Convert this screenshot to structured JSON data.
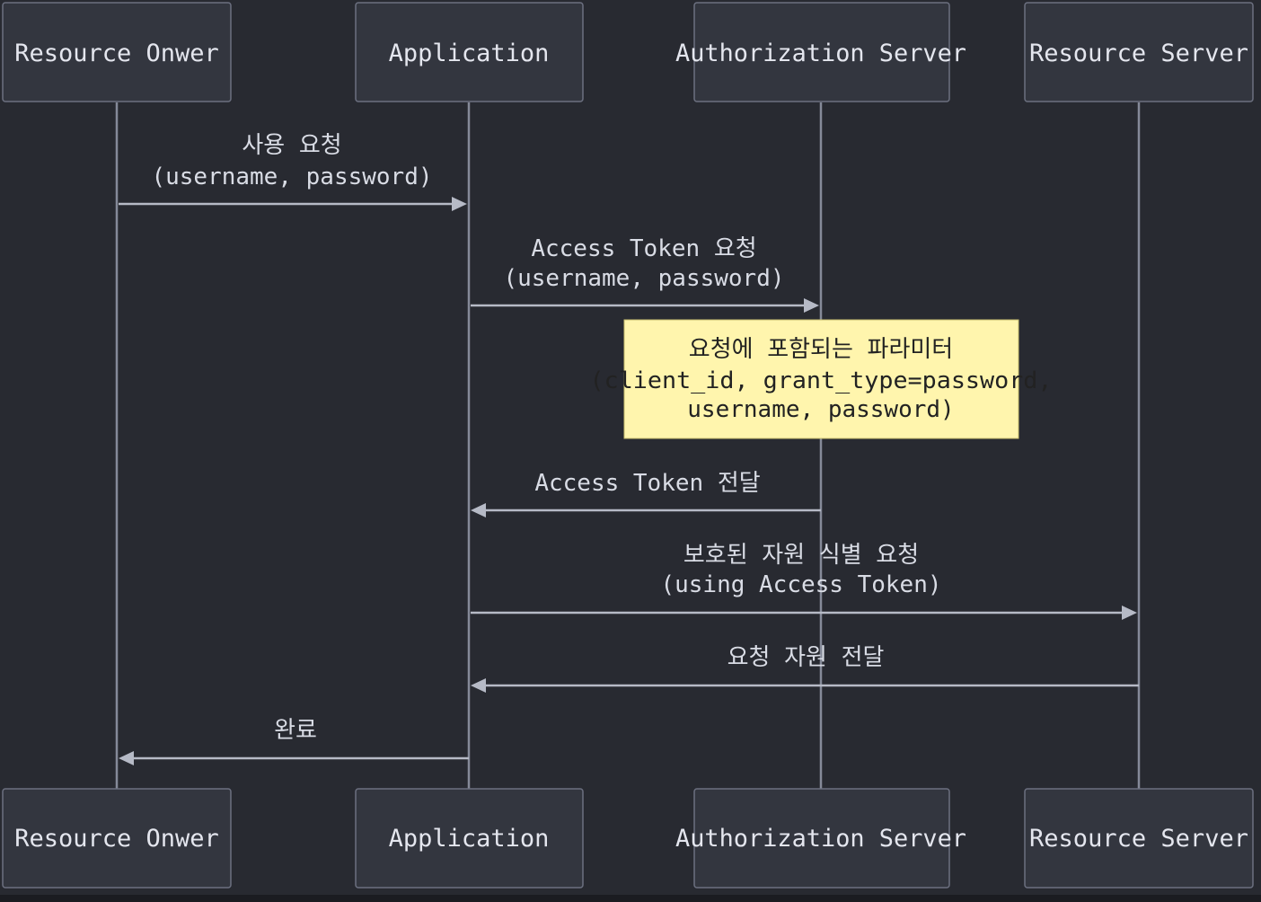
{
  "participants": [
    {
      "id": "owner",
      "label": "Resource Onwer"
    },
    {
      "id": "app",
      "label": "Application"
    },
    {
      "id": "auth",
      "label": "Authorization Server"
    },
    {
      "id": "resource",
      "label": "Resource Server"
    }
  ],
  "messages": [
    {
      "from": "owner",
      "to": "app",
      "lines": [
        "사용 요청",
        "(username, password)"
      ]
    },
    {
      "from": "app",
      "to": "auth",
      "lines": [
        "Access Token 요청",
        "(username, password)"
      ]
    },
    {
      "from": "auth",
      "to": "app",
      "lines": [
        "Access Token 전달"
      ]
    },
    {
      "from": "app",
      "to": "resource",
      "lines": [
        "보호된 자원 식별 요청",
        "(using Access Token)"
      ]
    },
    {
      "from": "resource",
      "to": "app",
      "lines": [
        "요청 자원 전달"
      ]
    },
    {
      "from": "app",
      "to": "owner",
      "lines": [
        "완료"
      ]
    }
  ],
  "note": {
    "over": "auth",
    "lines": [
      "요청에 포함되는 파라미터",
      "(client_id, grant_type=password,",
      "username, password)"
    ]
  },
  "colors": {
    "background": "#282a31",
    "actor_box": "#33363f",
    "line": "#b6bac6",
    "note": "#fff5ad"
  }
}
